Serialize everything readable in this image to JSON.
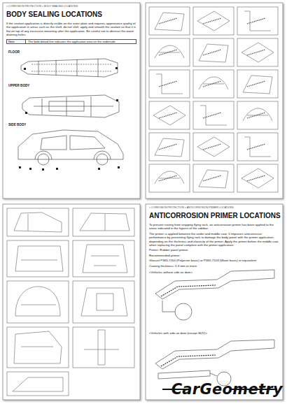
{
  "diagram": {
    "title": "BODY SEALING LOCATIONS",
    "nodes": [
      {
        "text": [
          "BODY SEALING LOCATIONS",
          "If the sealant application is directly visible on the outer plate and requires appearance quality of the application in areas such as the shell, do not shift; apply and smooth the sealant so that it is flat on top of any excessive mounting after the application. Be careful not to obstruct the water draining holes."
        ]
      },
      {
        "text": [
          "Note",
          "The bold dotted line indicates the application area on the underside."
        ],
        "in": 0
      },
      {
        "text": [
          "ANTICORROSION PRIMER LOCATIONS",
          "To prevent rusting from stripping flying rock, an anticorrosion primer has been applied to the areas indicated in the figures of the sidebar.",
          "The primer is applied between the under and middle coat. It improves anticorrosive performance by preventing flying rock to damage the body panel with the primer application, depending on the thickness and elasticity of the primer. Apply the primer before the middle coat when replacing the panel complete with the primer application.",
          "Primer: Rubber panel primer",
          "Recommended primer:",
          "Glasurit P365-7200 (Polyester basis) or P365-7103 (Water basis) or equivalent",
          "Coating thickness: 0.3 mm or more"
        ]
      }
    ],
    "labels": [
      "> CORROSION PROTECTION > BODY SEALING LOCATIONS",
      "FLOOR",
      "UPPER BODY",
      "SIDE BODY",
      "> CORROSION PROTECTION > ANTICORROSION PRIMER LOCATIONS",
      "<Vehicles without side air dam>",
      "<Vehicles with side air dam (except SUV)>",
      "CarGeometry"
    ]
  }
}
